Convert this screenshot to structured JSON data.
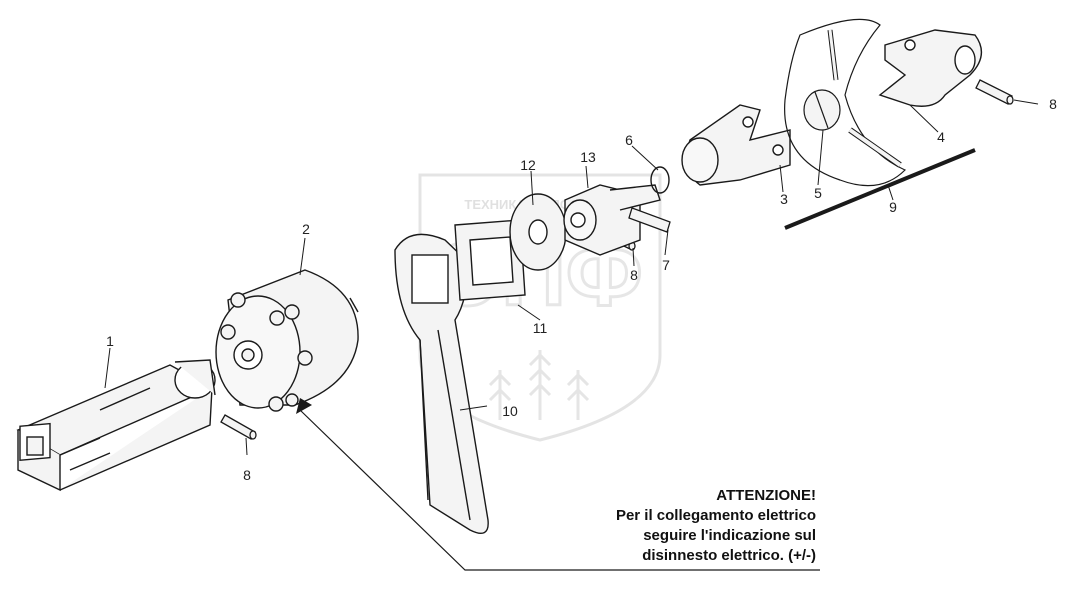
{
  "callouts": [
    "1",
    "2",
    "3",
    "4",
    "5",
    "6",
    "7",
    "8",
    "8",
    "8",
    "9",
    "10",
    "11",
    "12",
    "13"
  ],
  "watermark": {
    "company_text": "ТЕХНИКА ИЗ ПОЧЧАЕВ",
    "logo_text": "ЭПФ",
    "color": "#d9d9d9"
  },
  "note": {
    "title": "ATTENZIONE!",
    "line1": "Per il collegamento elettrico",
    "line2": "seguire l'indicazione sul",
    "line3": "disinnesto elettrico. (+/-)"
  },
  "colors": {
    "line": "#1a1a1a",
    "part_fill": "#f4f4f4",
    "shadow": "#bdbdbd"
  }
}
